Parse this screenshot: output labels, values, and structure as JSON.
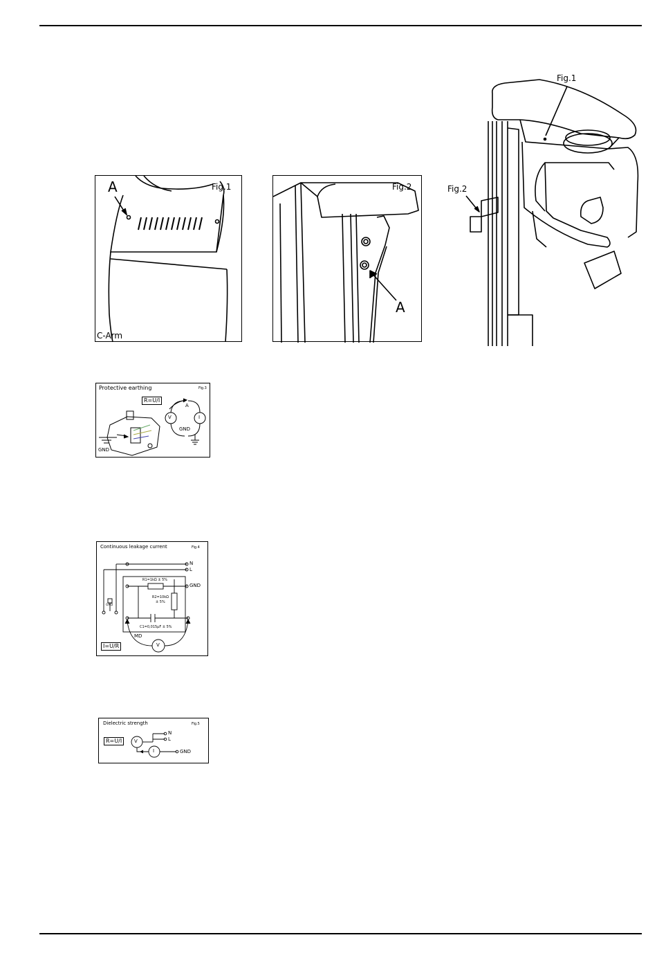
{
  "figures": {
    "fig1": {
      "label": "Fig.1",
      "marker": "A",
      "caption": "C-Arm"
    },
    "fig2": {
      "label": "Fig.2",
      "marker": "A"
    },
    "overview": {
      "fig1_label": "Fig.1",
      "fig2_label": "Fig.2"
    },
    "fig3": {
      "title": "Protective earthing",
      "label": "Fig.3",
      "formula": "R=U/I",
      "meter_v": "V",
      "meter_i": "I",
      "point_a": "A",
      "gnd_right": "GND",
      "gnd_left": "GND"
    },
    "fig4": {
      "title": "Continuous leakage current",
      "label": "Fig.4",
      "n": "N",
      "l": "L",
      "gnd": "GND",
      "gnd_small": "GND",
      "r1": "R1=1kΩ ± 5%",
      "r2": "R2=10kΩ",
      "r2_tol": "± 5%",
      "c1": "C1=0,015µF ± 5%",
      "md": "MD",
      "formula": "I=U/R",
      "meter_v": "V"
    },
    "fig5": {
      "title": "Dielectric strength",
      "label": "Fig.5",
      "formula": "R=U/I",
      "meter_v": "V",
      "meter_i": "I",
      "n": "N",
      "l": "L",
      "gnd": "GND"
    }
  }
}
